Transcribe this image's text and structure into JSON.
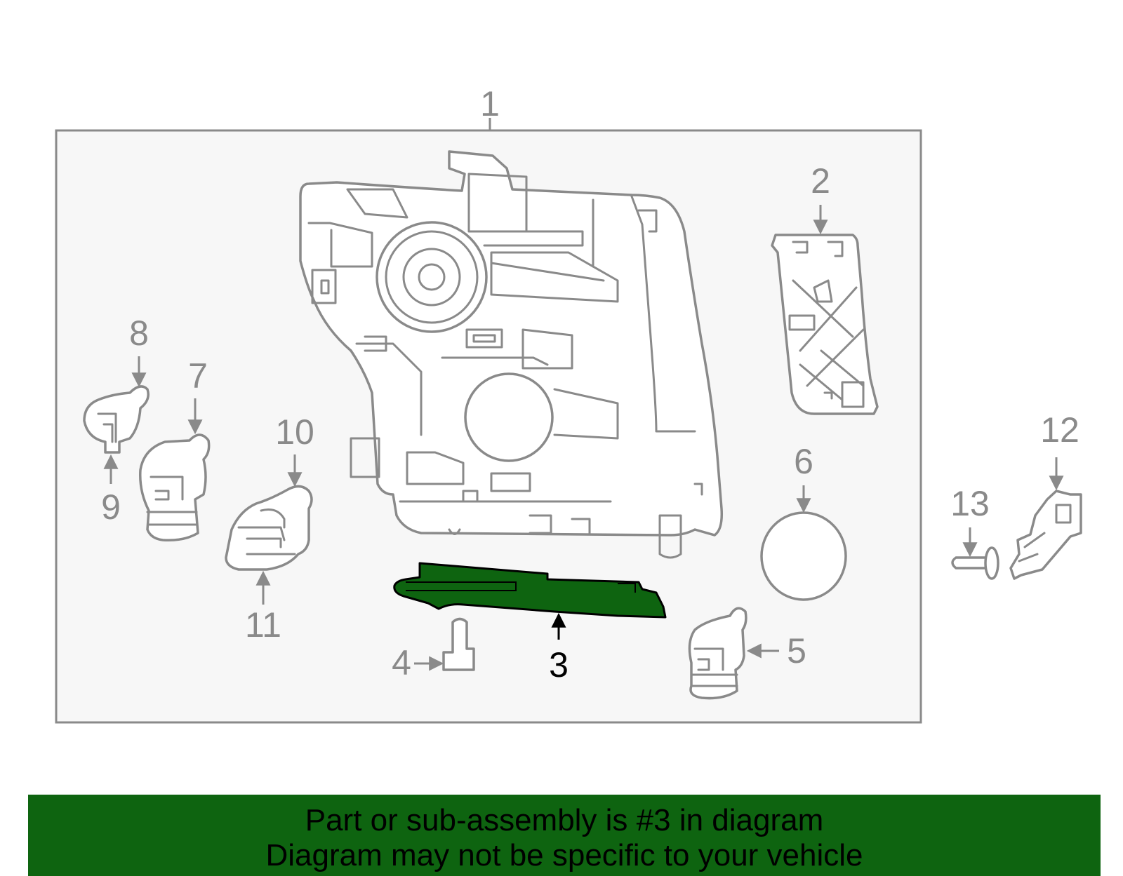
{
  "colors": {
    "highlight": "#0e6410",
    "line": "#8a8a8a",
    "box_fill": "#f7f7f7",
    "banner": "#0e6410"
  },
  "callouts": {
    "c1": "1",
    "c2": "2",
    "c3": "3",
    "c4": "4",
    "c5": "5",
    "c6": "6",
    "c7": "7",
    "c8": "8",
    "c9": "9",
    "c10": "10",
    "c11": "11",
    "c12": "12",
    "c13": "13"
  },
  "highlighted_part": "3",
  "banner": {
    "line1": "Part or sub-assembly is #3 in diagram",
    "line2": "Diagram may not be specific to your vehicle"
  }
}
